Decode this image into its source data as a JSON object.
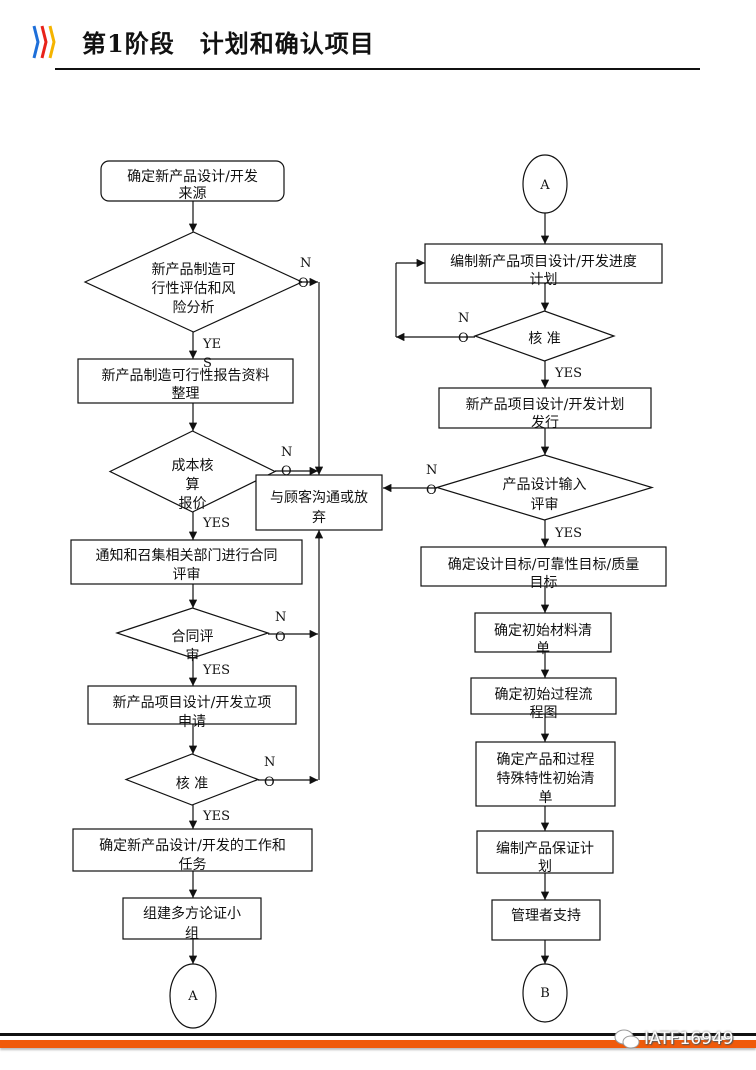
{
  "header": {
    "title": "第1阶段　计划和确认项目",
    "chevron_colors": [
      "#1e6fd9",
      "#e8231a",
      "#f5b400"
    ]
  },
  "left": {
    "source": {
      "lines": [
        "确定新产品设计/开发",
        "来源"
      ]
    },
    "feasibility": {
      "lines": [
        "新产品制造可",
        "行性评估和风",
        "险分析"
      ]
    },
    "report": {
      "lines": [
        "新产品制造可行性报告资料",
        "整理"
      ]
    },
    "costing": {
      "lines": [
        "成本核",
        "算",
        "报价"
      ]
    },
    "customer": {
      "lines": [
        "与顾客沟通或放",
        "弃"
      ]
    },
    "notify": {
      "lines": [
        "通知和召集相关部门进行合同",
        "评审"
      ]
    },
    "contract": {
      "lines": [
        "合同评",
        "审"
      ]
    },
    "apply": {
      "lines": [
        "新产品项目设计/开发立项",
        "申请"
      ]
    },
    "approve": {
      "lines": [
        "核 准"
      ]
    },
    "tasks": {
      "lines": [
        "确定新产品设计/开发的工作和",
        "任务"
      ]
    },
    "team": {
      "lines": [
        "组建多方论证小",
        "组"
      ]
    },
    "connector": {
      "lines": [
        "A"
      ]
    }
  },
  "right": {
    "connector_in": {
      "lines": [
        "A"
      ]
    },
    "schedule": {
      "lines": [
        "编制新产品项目设计/开发进度",
        "计划"
      ]
    },
    "approve": {
      "lines": [
        "核 准"
      ]
    },
    "release": {
      "lines": [
        "新产品项目设计/开发计划",
        "发行"
      ]
    },
    "input_review": {
      "lines": [
        "产品设计输入",
        "评审"
      ]
    },
    "targets": {
      "lines": [
        "确定设计目标/可靠性目标/质量",
        "目标"
      ]
    },
    "materials": {
      "lines": [
        "确定初始材料清",
        "单"
      ]
    },
    "process_flow": {
      "lines": [
        "确定初始过程流",
        "程图"
      ]
    },
    "special": {
      "lines": [
        "确定产品和过程",
        "特殊特性初始清",
        "单"
      ]
    },
    "assurance": {
      "lines": [
        "编制产品保证计",
        "划"
      ]
    },
    "management": {
      "lines": [
        "管理者支持"
      ]
    },
    "connector_out": {
      "lines": [
        "B"
      ]
    }
  },
  "labels": {
    "yes": "YES",
    "ye": "YE",
    "s": "S",
    "n": "N",
    "o": "O"
  },
  "footer": {
    "watermark": "IATF16949",
    "accent": "#f05a0a"
  }
}
